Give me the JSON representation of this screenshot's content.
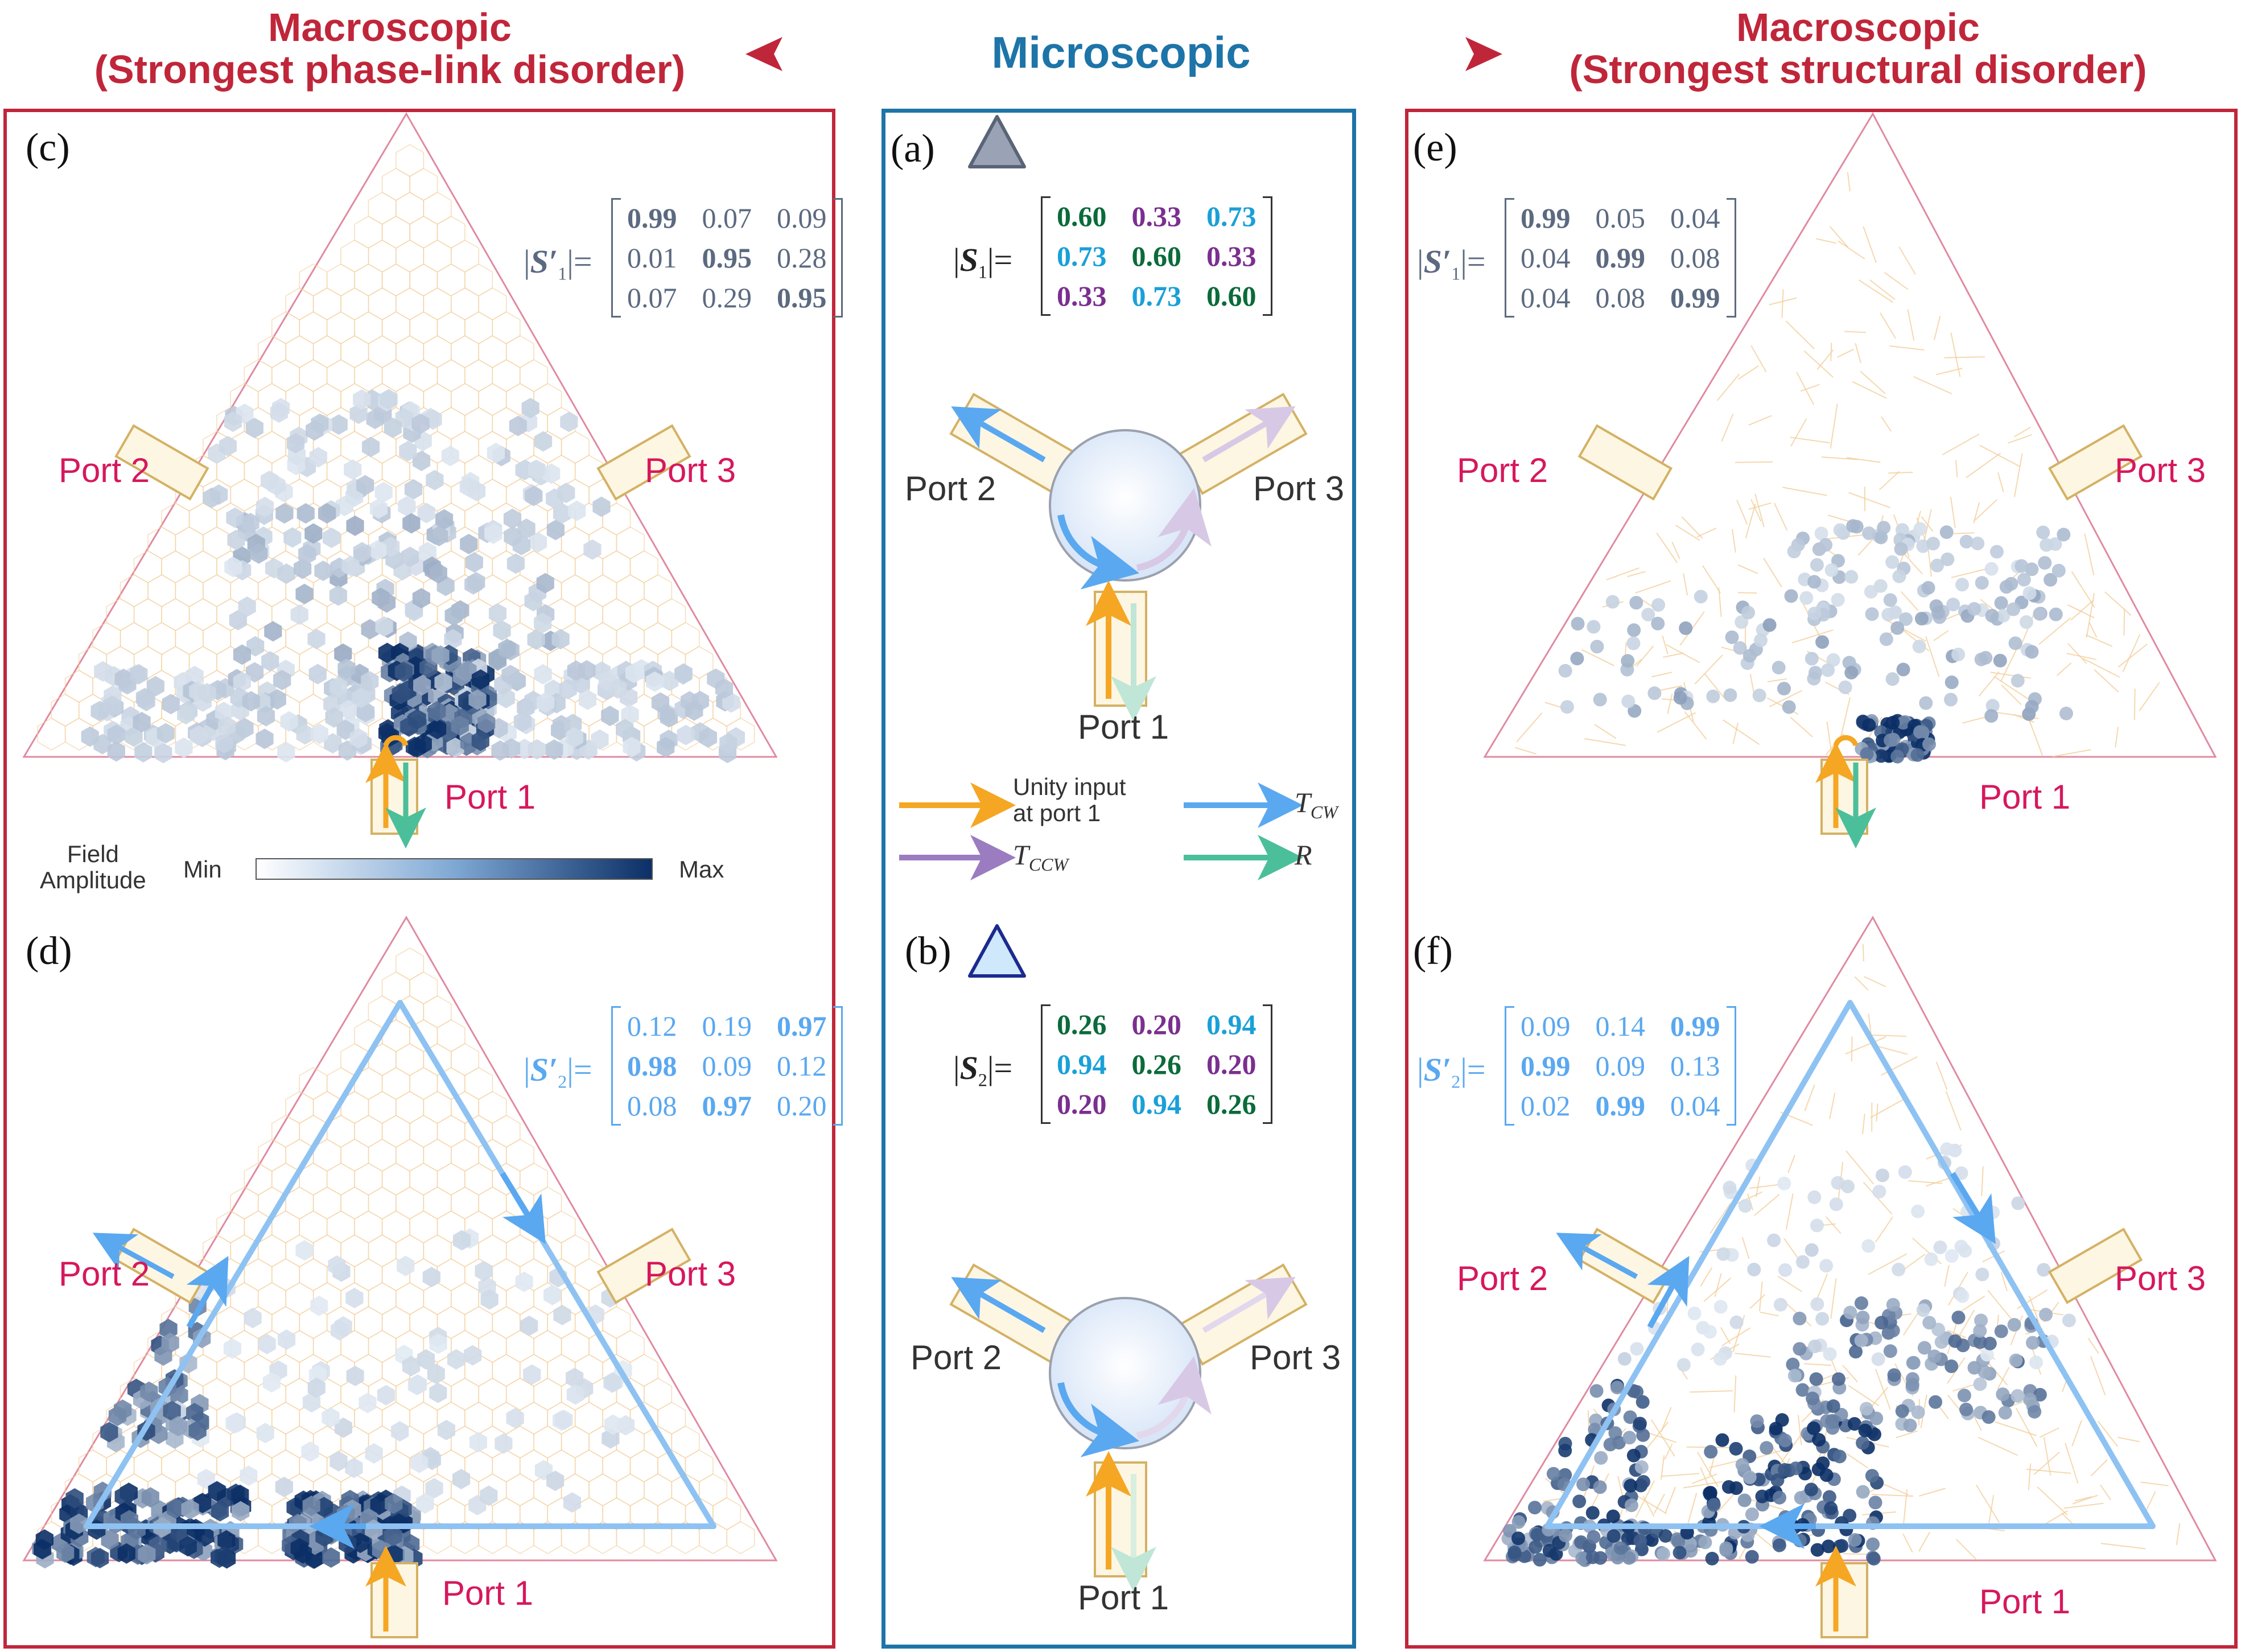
{
  "header": {
    "left_title": "Macroscopic",
    "left_subtitle": "(Strongest phase-link disorder)",
    "center_title": "Microscopic",
    "right_title": "Macroscopic",
    "right_subtitle": "(Strongest structural disorder)"
  },
  "colors": {
    "frame_red": "#c0263a",
    "frame_blue": "#1d74a8",
    "port_label": "#d6185d",
    "arrow_input": "#f5a623",
    "arrow_cw": "#5aa8f0",
    "arrow_ccw": "#9b7cc0",
    "arrow_reflect": "#4bbf9a",
    "matrix_green": "#0b6b3a",
    "matrix_purple": "#7b2f8f",
    "matrix_cyan": "#1aa0d8",
    "matrix_slate": "#5c6a80",
    "matrix_light_blue": "#5aa8f0",
    "field_max": "#0b2f66"
  },
  "panels": {
    "a": {
      "label": "(a)",
      "shape_icon": "triangle-icon-gray"
    },
    "b": {
      "label": "(b)",
      "shape_icon": "triangle-icon-blue"
    },
    "c": {
      "label": "(c)"
    },
    "d": {
      "label": "(d)"
    },
    "e": {
      "label": "(e)"
    },
    "f": {
      "label": "(f)"
    }
  },
  "ports": {
    "p1": "Port 1",
    "p2": "Port 2",
    "p3": "Port 3"
  },
  "matrices": {
    "S1": {
      "symbol": "S",
      "sub": "1",
      "rows": [
        [
          "0.60",
          "0.33",
          "0.73"
        ],
        [
          "0.73",
          "0.60",
          "0.33"
        ],
        [
          "0.33",
          "0.73",
          "0.60"
        ]
      ]
    },
    "S2": {
      "symbol": "S",
      "sub": "2",
      "rows": [
        [
          "0.26",
          "0.20",
          "0.94"
        ],
        [
          "0.94",
          "0.26",
          "0.20"
        ],
        [
          "0.20",
          "0.94",
          "0.26"
        ]
      ]
    },
    "c": {
      "symbol": "S′",
      "sub": "1",
      "rows": [
        [
          "0.99",
          "0.07",
          "0.09"
        ],
        [
          "0.01",
          "0.95",
          "0.28"
        ],
        [
          "0.07",
          "0.29",
          "0.95"
        ]
      ]
    },
    "d": {
      "symbol": "S′",
      "sub": "2",
      "rows": [
        [
          "0.12",
          "0.19",
          "0.97"
        ],
        [
          "0.98",
          "0.09",
          "0.12"
        ],
        [
          "0.08",
          "0.97",
          "0.20"
        ]
      ]
    },
    "e": {
      "symbol": "S′",
      "sub": "1",
      "rows": [
        [
          "0.99",
          "0.05",
          "0.04"
        ],
        [
          "0.04",
          "0.99",
          "0.08"
        ],
        [
          "0.04",
          "0.08",
          "0.99"
        ]
      ]
    },
    "f": {
      "symbol": "S′",
      "sub": "2",
      "rows": [
        [
          "0.09",
          "0.14",
          "0.99"
        ],
        [
          "0.99",
          "0.09",
          "0.13"
        ],
        [
          "0.02",
          "0.99",
          "0.04"
        ]
      ]
    }
  },
  "legend": {
    "unity_input": "Unity input\nat port 1",
    "t_cw": "T",
    "t_cw_sub": "CW",
    "t_ccw": "T",
    "t_ccw_sub": "CCW",
    "r": "R"
  },
  "colorbar": {
    "title": "Field\nAmplitude",
    "min_label": "Min",
    "max_label": "Max"
  }
}
